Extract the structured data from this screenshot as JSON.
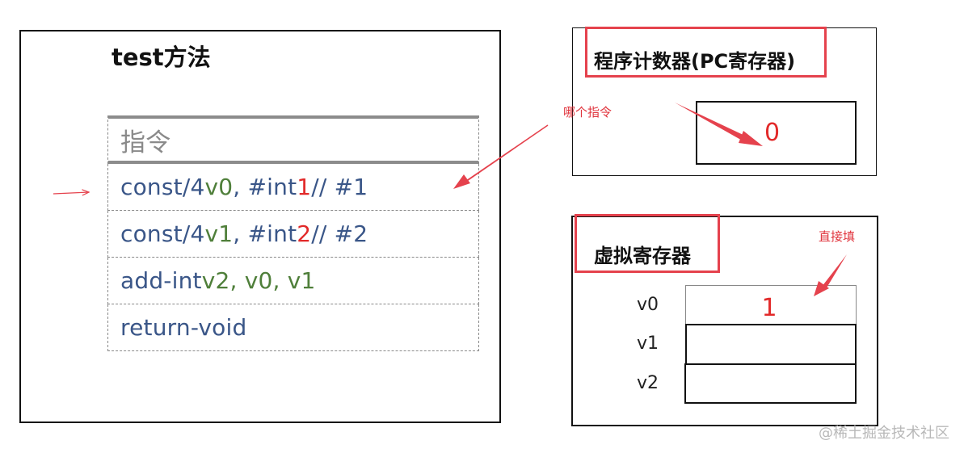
{
  "method": {
    "title": "test方法",
    "table_header": "指令",
    "instructions": [
      {
        "op": "const/4 ",
        "reg": "v0",
        "mid": ", #int ",
        "lit": "1",
        "tail": " // #1"
      },
      {
        "op": "const/4 ",
        "reg": "v1",
        "mid": ", #int ",
        "lit": "2",
        "tail": " // #2"
      },
      {
        "op": "add-int ",
        "reg": "v2, v0, v1",
        "mid": "",
        "lit": "",
        "tail": ""
      },
      {
        "op": "return-void",
        "reg": "",
        "mid": "",
        "lit": "",
        "tail": ""
      }
    ]
  },
  "pc_panel": {
    "title": "程序计数器(PC寄存器)",
    "annotation": "哪个指令",
    "value": "0"
  },
  "vreg_panel": {
    "title": "虚拟寄存器",
    "annotation": "直接填",
    "registers": [
      {
        "name": "v0",
        "value": "1"
      },
      {
        "name": "v1",
        "value": ""
      },
      {
        "name": "v2",
        "value": ""
      }
    ]
  },
  "watermark": "@稀土掘金技术社区",
  "colors": {
    "accent_red": "#e5424d",
    "instruction_blue": "#3a5688",
    "register_green": "#4f7f3a"
  }
}
